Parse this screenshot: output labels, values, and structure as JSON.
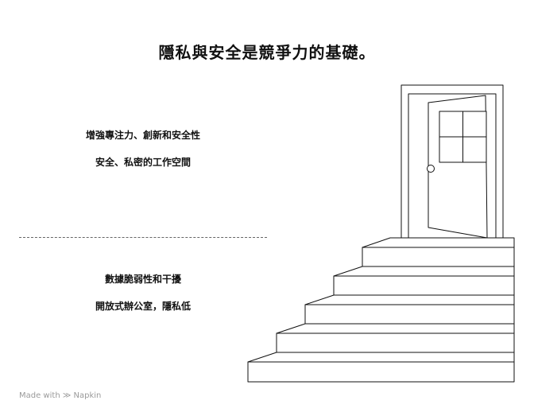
{
  "title": "隱私與安全是競爭力的基礎。",
  "top_section": {
    "line1": "增強專注力、創新和安全性",
    "line2": "安全、私密的工作空間"
  },
  "bottom_section": {
    "line1": "數據脆弱性和干擾",
    "line2": "開放式辦公室，隱私低"
  },
  "watermark": {
    "prefix": "Made with",
    "brand": "Napkin"
  },
  "colors": {
    "stroke": "#111111",
    "text": "#111111",
    "watermark": "#9a9a9a"
  }
}
